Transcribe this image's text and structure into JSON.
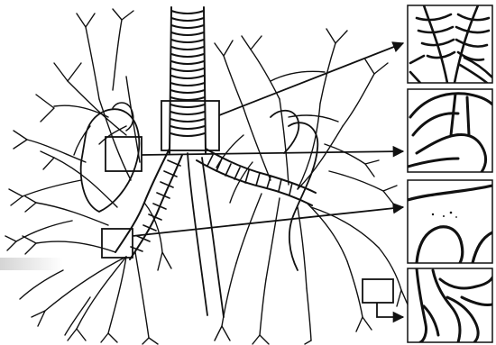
{
  "figure": {
    "colors": {
      "ink": "#111111",
      "background": "#ffffff",
      "fade_bar": "#c8c8c8"
    },
    "callouts": [
      {
        "name": "trachea-bifurcation"
      },
      {
        "name": "left-main-bronchus-wall"
      },
      {
        "name": "lower-left-branch-curve"
      },
      {
        "name": "right-peripheral-branches"
      }
    ]
  }
}
